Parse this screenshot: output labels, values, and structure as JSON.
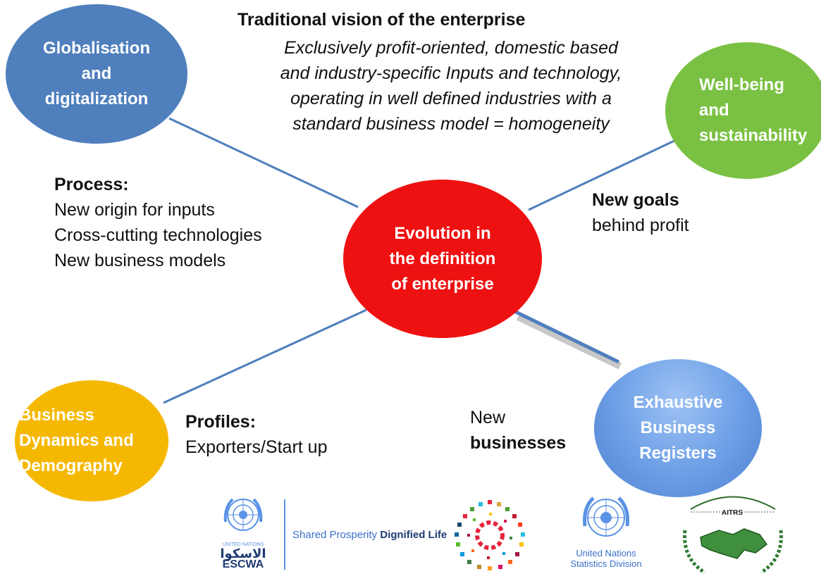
{
  "title": "Traditional vision of the enterprise",
  "subtitle_lines": [
    "Exclusively profit-oriented, domestic based",
    "and industry-specific Inputs and technology,",
    "operating in well defined industries with a",
    "standard business model  = homogeneity"
  ],
  "nodes": {
    "globalisation": [
      "Globalisation",
      "and",
      "digitalization"
    ],
    "wellbeing": [
      "Well-being",
      "and",
      "sustainability"
    ],
    "center": [
      "Evolution in",
      "the definition",
      "of enterprise"
    ],
    "business_dynamics": [
      "Business",
      "Dynamics and",
      "Demography"
    ],
    "registers": [
      "Exhaustive",
      "Business",
      "Registers"
    ]
  },
  "process": {
    "heading": "Process:",
    "items": [
      "New origin for inputs",
      "Cross-cutting  technologies",
      "New business models"
    ]
  },
  "goals": {
    "heading": "New goals",
    "text": "behind profit"
  },
  "profiles": {
    "heading": "Profiles:",
    "text": "Exporters/Start up"
  },
  "businesses": {
    "line1": "New",
    "line2": "businesses"
  },
  "logos": {
    "escwa_un": "UNITED NATIONS",
    "escwa_ar": "الاسكوا",
    "escwa_en": "ESCWA",
    "escwa_slogan_a": "Shared Prosperity ",
    "escwa_slogan_b": "Dignified Life",
    "unsd_line1": "United Nations",
    "unsd_line2": "Statistics Division",
    "aitrs": "AITRS"
  },
  "colors": {
    "globalisation": "#4f7fbd",
    "wellbeing": "#7ac143",
    "center": "#ee1111",
    "business_dynamics": "#f5b800",
    "registers": "#6b9ee6",
    "connector": "#4f7fbd",
    "un_blue": "#5b92e5"
  }
}
